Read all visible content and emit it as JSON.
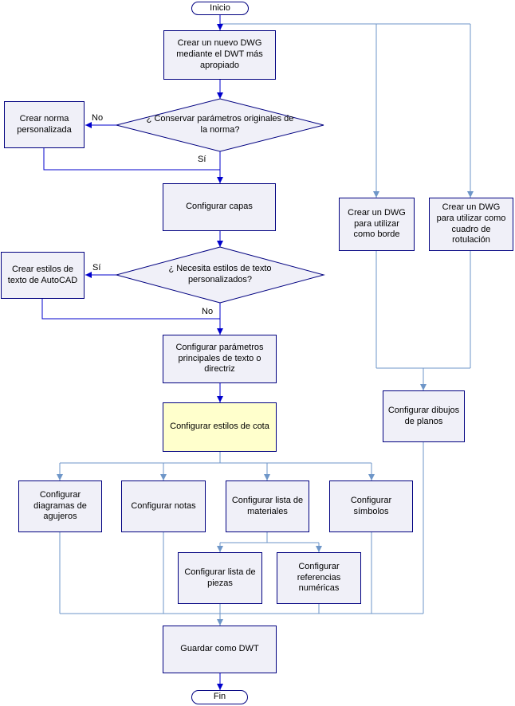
{
  "diagram": {
    "type": "flowchart",
    "language": "es"
  },
  "nodes": {
    "inicio": "Inicio",
    "crear_dwg": "Crear un nuevo DWG mediante el DWT más apropiado",
    "decision_norma": "¿ Conservar parámetros originales de la norma?",
    "crear_norma": "Crear norma personalizada",
    "configurar_capas": "Configurar capas",
    "decision_texto": "¿ Necesita estilos de texto personalizados?",
    "crear_estilos_texto": "Crear estilos de texto de AutoCAD",
    "configurar_parametros_texto": "Configurar parámetros principales de texto o directriz",
    "configurar_estilos_cota": "Configurar estilos de cota",
    "configurar_diagramas_agujeros": "Configurar diagramas de agujeros",
    "configurar_notas": "Configurar notas",
    "configurar_lista_materiales": "Configurar lista de materiales",
    "configurar_simbolos": "Configurar símbolos",
    "configurar_lista_piezas": "Configurar lista de piezas",
    "configurar_referencias_numericas": "Configurar referencias numéricas",
    "guardar_dwt": "Guardar como DWT",
    "fin": "Fin",
    "crear_dwg_borde": "Crear un DWG para utilizar como borde",
    "crear_dwg_cuadro_rotulacion": "Crear un DWG para utilizar como cuadro de rotulación",
    "configurar_dibujos_planos": "Configurar dibujos de planos"
  },
  "labels": {
    "no_norma": "No",
    "si_norma": "Sí",
    "si_texto": "Sí",
    "no_texto": "No"
  },
  "colors": {
    "main_arrow": "#0000CC",
    "branch_line": "#6E96C8",
    "node_border": "#000080",
    "node_fill": "#F0F0F8",
    "highlight_fill": "#FFFFCC"
  }
}
